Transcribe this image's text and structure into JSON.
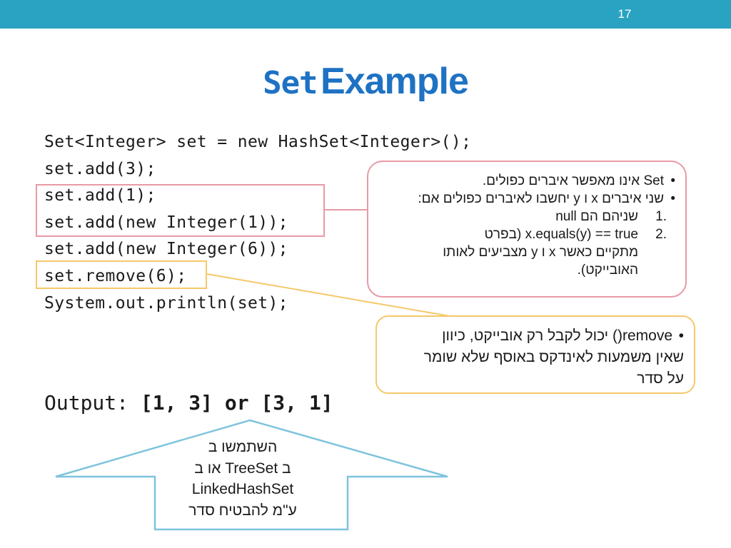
{
  "slide": {
    "number": "17"
  },
  "title": {
    "mono": "Set",
    "sans": "Example"
  },
  "code": {
    "lines": [
      "Set<Integer> set = new HashSet<Integer>();",
      "set.add(3);",
      "set.add(1);",
      "set.add(new Integer(1));",
      "set.add(new Integer(6));",
      "set.remove(6);",
      "System.out.println(set);"
    ]
  },
  "output": {
    "label": "Output: ",
    "value": "[1, 3] or [3, 1]"
  },
  "callout_duplicates": {
    "bullet1": "Set אינו מאפשר איברים כפולים.",
    "bullet2": "שני איברים x ו y יחשבו לאיברים כפולים אם:",
    "item1_num": ".1",
    "item1": "שניהם הם null",
    "item2_num": ".2",
    "item2_line1": "x.equals(y) == true (בפרט",
    "item2_line2": "מתקיים כאשר x ו y מצביעים לאותו",
    "item2_line3": "האובייקט)."
  },
  "callout_remove": {
    "line1": "remove() יכול לקבל רק אובייקט, כיוון",
    "line2": "שאין משמעות לאינדקס באוסף שלא שומר",
    "line3": "על סדר"
  },
  "arrow_note": {
    "line1": "השתמשו ב",
    "line2": "ב TreeSet או ב",
    "line3": "LinkedHashSet",
    "line4": "ע\"מ להבטיח סדר"
  },
  "colors": {
    "topbar": "#2aa3c2",
    "title": "#1e72c4",
    "red_highlight": "#e89aa5",
    "orange_highlight": "#f5c86a",
    "arrow_outline": "#7fc4dc"
  }
}
